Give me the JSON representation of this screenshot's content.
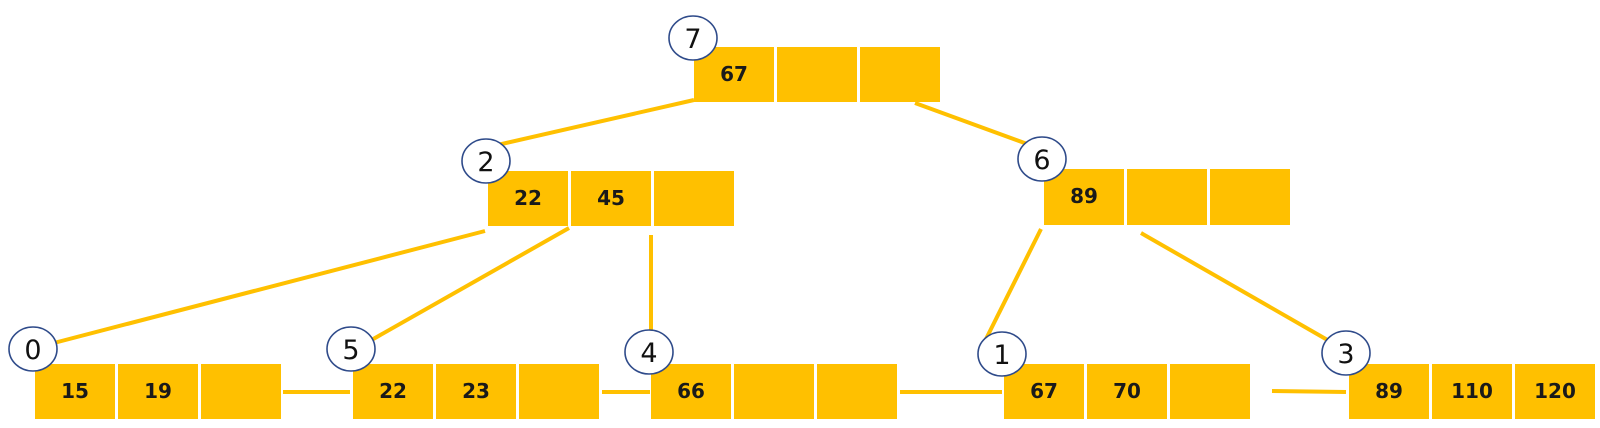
{
  "colors": {
    "node_fill": "#FFC000",
    "edge": "#FFC000",
    "badge_stroke": "#2F4B8A",
    "text": "#1a1a1a"
  },
  "nodes": [
    {
      "id": "7",
      "keys": [
        "67",
        "",
        ""
      ]
    },
    {
      "id": "2",
      "keys": [
        "22",
        "45",
        ""
      ]
    },
    {
      "id": "6",
      "keys": [
        "89",
        "",
        ""
      ]
    },
    {
      "id": "0",
      "keys": [
        "15",
        "19",
        ""
      ]
    },
    {
      "id": "5",
      "keys": [
        "22",
        "23",
        ""
      ]
    },
    {
      "id": "4",
      "keys": [
        "66",
        "",
        ""
      ]
    },
    {
      "id": "1",
      "keys": [
        "67",
        "70",
        ""
      ]
    },
    {
      "id": "3",
      "keys": [
        "89",
        "110",
        "120"
      ]
    }
  ]
}
